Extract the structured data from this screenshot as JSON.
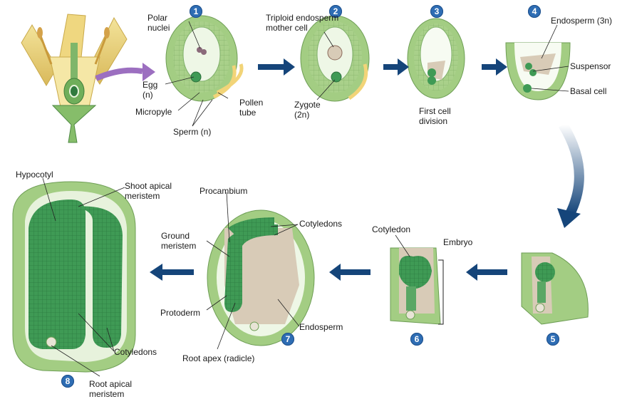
{
  "steps": [
    "1",
    "2",
    "3",
    "4",
    "5",
    "6",
    "7",
    "8"
  ],
  "labels": {
    "polar_nuclei": "Polar\nnuclei",
    "egg": "Egg\n(n)",
    "micropyle": "Micropyle",
    "sperm": "Sperm (n)",
    "pollen_tube": "Pollen\ntube",
    "triploid": "Triploid endosperm\nmother cell",
    "zygote": "Zygote\n(2n)",
    "first_division": "First cell\ndivision",
    "endosperm_3n": "Endosperm (3n)",
    "suspensor": "Suspensor",
    "basal_cell": "Basal cell",
    "hypocotyl": "Hypocotyl",
    "shoot_apical": "Shoot apical\nmeristem",
    "procambium": "Procambium",
    "cotyledons_7": "Cotyledons",
    "ground_meristem": "Ground\nmeristem",
    "protoderm": "Protoderm",
    "root_apex": "Root apex (radicle)",
    "endosperm_7": "Endosperm",
    "cotyledon_6": "Cotyledon",
    "embryo": "Embryo",
    "cotyledons_8": "Cotyledons",
    "root_apical": "Root apical\nmeristem"
  },
  "colors": {
    "tissue": "#b9d99b",
    "tissue_dark": "#7fb06a",
    "cell_dark": "#3f9a55",
    "embryo": "#2f8f4a",
    "endosperm": "#d8cbb7",
    "arrow": "#15457a",
    "tube": "#f2d478",
    "badge": "#2e6db4"
  },
  "icons": [
    "flower-icon",
    "arrow-right-icon",
    "arrow-left-icon",
    "curved-arrow-icon"
  ]
}
